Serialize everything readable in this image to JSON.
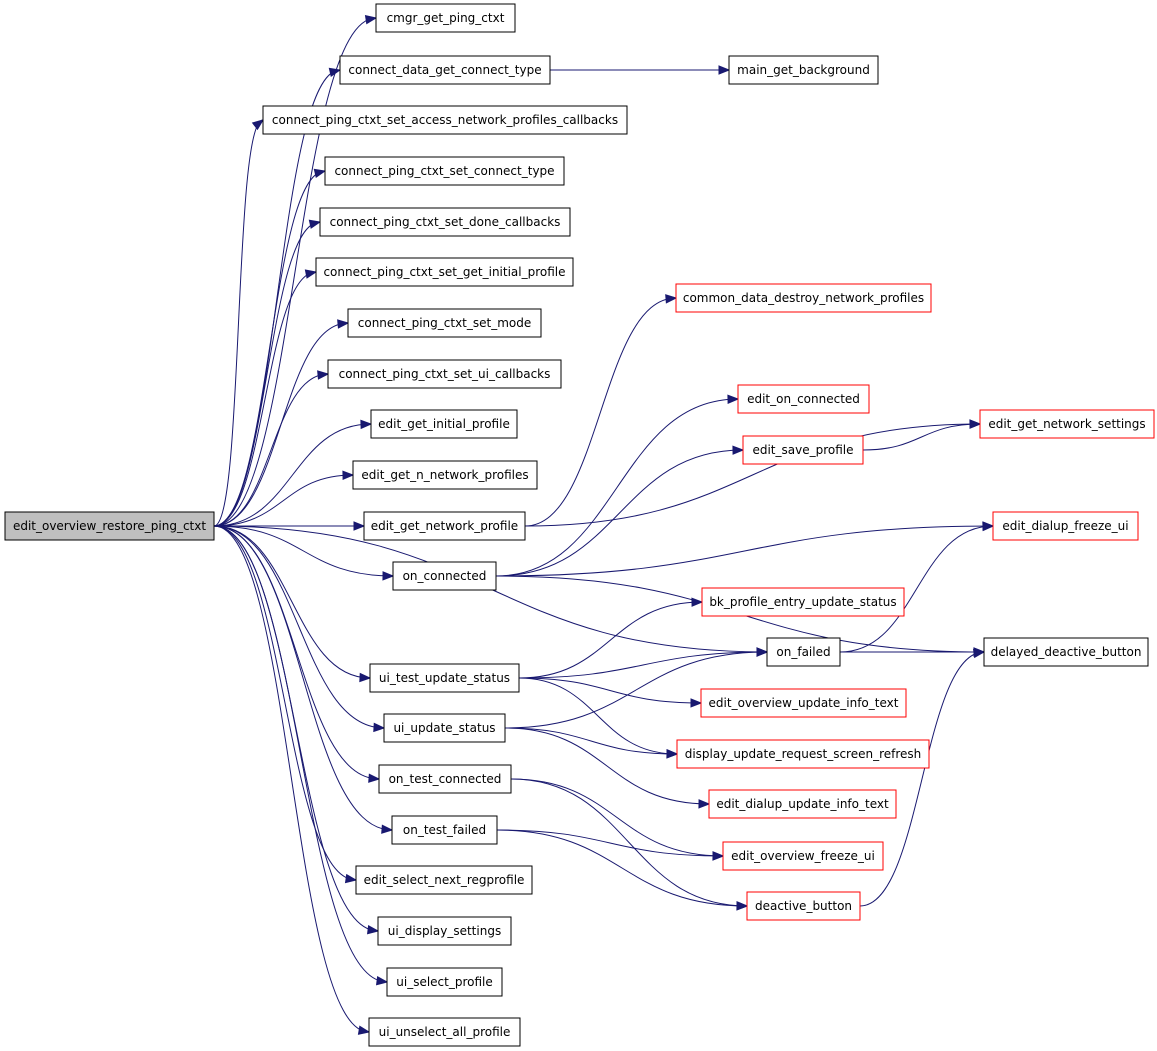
{
  "colors": {
    "edge": "#191970",
    "root_fill": "#bfbfbf",
    "node_border": "#000000",
    "truncated_border": "#ff0000"
  },
  "nodes": {
    "edit_overview_restore_ping_ctxt": {
      "label": "edit_overview_restore_ping_ctxt",
      "border": "root"
    },
    "cmgr_get_ping_ctxt": {
      "label": "cmgr_get_ping_ctxt",
      "border": "black"
    },
    "connect_data_get_connect_type": {
      "label": "connect_data_get_connect_type",
      "border": "black"
    },
    "main_get_background": {
      "label": "main_get_background",
      "border": "black"
    },
    "connect_ping_ctxt_set_access_network_profiles_callbacks": {
      "label": "connect_ping_ctxt_set_access_network_profiles_callbacks",
      "border": "black"
    },
    "connect_ping_ctxt_set_connect_type": {
      "label": "connect_ping_ctxt_set_connect_type",
      "border": "black"
    },
    "connect_ping_ctxt_set_done_callbacks": {
      "label": "connect_ping_ctxt_set_done_callbacks",
      "border": "black"
    },
    "connect_ping_ctxt_set_get_initial_profile": {
      "label": "connect_ping_ctxt_set_get_initial_profile",
      "border": "black"
    },
    "connect_ping_ctxt_set_mode": {
      "label": "connect_ping_ctxt_set_mode",
      "border": "black"
    },
    "connect_ping_ctxt_set_ui_callbacks": {
      "label": "connect_ping_ctxt_set_ui_callbacks",
      "border": "black"
    },
    "edit_get_initial_profile": {
      "label": "edit_get_initial_profile",
      "border": "black"
    },
    "edit_get_n_network_profiles": {
      "label": "edit_get_n_network_profiles",
      "border": "black"
    },
    "edit_get_network_profile": {
      "label": "edit_get_network_profile",
      "border": "black"
    },
    "on_connected": {
      "label": "on_connected",
      "border": "black"
    },
    "ui_test_update_status": {
      "label": "ui_test_update_status",
      "border": "black"
    },
    "ui_update_status": {
      "label": "ui_update_status",
      "border": "black"
    },
    "on_test_connected": {
      "label": "on_test_connected",
      "border": "black"
    },
    "on_test_failed": {
      "label": "on_test_failed",
      "border": "black"
    },
    "edit_select_next_regprofile": {
      "label": "edit_select_next_regprofile",
      "border": "black"
    },
    "ui_display_settings": {
      "label": "ui_display_settings",
      "border": "black"
    },
    "ui_select_profile": {
      "label": "ui_select_profile",
      "border": "black"
    },
    "ui_unselect_all_profile": {
      "label": "ui_unselect_all_profile",
      "border": "black"
    },
    "common_data_destroy_network_profiles": {
      "label": "common_data_destroy_network_profiles",
      "border": "red"
    },
    "edit_on_connected": {
      "label": "edit_on_connected",
      "border": "red"
    },
    "edit_save_profile": {
      "label": "edit_save_profile",
      "border": "red"
    },
    "edit_get_network_settings": {
      "label": "edit_get_network_settings",
      "border": "red"
    },
    "edit_dialup_freeze_ui": {
      "label": "edit_dialup_freeze_ui",
      "border": "red"
    },
    "bk_profile_entry_update_status": {
      "label": "bk_profile_entry_update_status",
      "border": "red"
    },
    "on_failed": {
      "label": "on_failed",
      "border": "black"
    },
    "delayed_deactive_button": {
      "label": "delayed_deactive_button",
      "border": "black"
    },
    "edit_overview_update_info_text": {
      "label": "edit_overview_update_info_text",
      "border": "red"
    },
    "display_update_request_screen_refresh": {
      "label": "display_update_request_screen_refresh",
      "border": "red"
    },
    "edit_dialup_update_info_text": {
      "label": "edit_dialup_update_info_text",
      "border": "red"
    },
    "edit_overview_freeze_ui": {
      "label": "edit_overview_freeze_ui",
      "border": "red"
    },
    "deactive_button": {
      "label": "deactive_button",
      "border": "red"
    }
  },
  "edges": [
    [
      "edit_overview_restore_ping_ctxt",
      "cmgr_get_ping_ctxt"
    ],
    [
      "edit_overview_restore_ping_ctxt",
      "connect_data_get_connect_type"
    ],
    [
      "edit_overview_restore_ping_ctxt",
      "connect_ping_ctxt_set_access_network_profiles_callbacks"
    ],
    [
      "edit_overview_restore_ping_ctxt",
      "connect_ping_ctxt_set_connect_type"
    ],
    [
      "edit_overview_restore_ping_ctxt",
      "connect_ping_ctxt_set_done_callbacks"
    ],
    [
      "edit_overview_restore_ping_ctxt",
      "connect_ping_ctxt_set_get_initial_profile"
    ],
    [
      "edit_overview_restore_ping_ctxt",
      "connect_ping_ctxt_set_mode"
    ],
    [
      "edit_overview_restore_ping_ctxt",
      "connect_ping_ctxt_set_ui_callbacks"
    ],
    [
      "edit_overview_restore_ping_ctxt",
      "edit_get_initial_profile"
    ],
    [
      "edit_overview_restore_ping_ctxt",
      "edit_get_n_network_profiles"
    ],
    [
      "edit_overview_restore_ping_ctxt",
      "edit_get_network_profile"
    ],
    [
      "edit_overview_restore_ping_ctxt",
      "on_connected"
    ],
    [
      "edit_overview_restore_ping_ctxt",
      "on_failed"
    ],
    [
      "edit_overview_restore_ping_ctxt",
      "ui_test_update_status"
    ],
    [
      "edit_overview_restore_ping_ctxt",
      "ui_update_status"
    ],
    [
      "edit_overview_restore_ping_ctxt",
      "on_test_connected"
    ],
    [
      "edit_overview_restore_ping_ctxt",
      "on_test_failed"
    ],
    [
      "edit_overview_restore_ping_ctxt",
      "edit_select_next_regprofile"
    ],
    [
      "edit_overview_restore_ping_ctxt",
      "ui_display_settings"
    ],
    [
      "edit_overview_restore_ping_ctxt",
      "ui_select_profile"
    ],
    [
      "edit_overview_restore_ping_ctxt",
      "ui_unselect_all_profile"
    ],
    [
      "connect_data_get_connect_type",
      "main_get_background"
    ],
    [
      "edit_get_network_profile",
      "common_data_destroy_network_profiles"
    ],
    [
      "edit_get_network_profile",
      "edit_get_network_settings"
    ],
    [
      "on_connected",
      "edit_on_connected"
    ],
    [
      "on_connected",
      "edit_save_profile"
    ],
    [
      "on_connected",
      "edit_dialup_freeze_ui"
    ],
    [
      "on_connected",
      "delayed_deactive_button"
    ],
    [
      "edit_save_profile",
      "edit_get_network_settings"
    ],
    [
      "on_failed",
      "edit_dialup_freeze_ui"
    ],
    [
      "on_failed",
      "delayed_deactive_button"
    ],
    [
      "ui_test_update_status",
      "bk_profile_entry_update_status"
    ],
    [
      "ui_test_update_status",
      "on_failed"
    ],
    [
      "ui_test_update_status",
      "edit_overview_update_info_text"
    ],
    [
      "ui_test_update_status",
      "display_update_request_screen_refresh"
    ],
    [
      "ui_update_status",
      "on_failed"
    ],
    [
      "ui_update_status",
      "display_update_request_screen_refresh"
    ],
    [
      "ui_update_status",
      "edit_dialup_update_info_text"
    ],
    [
      "on_test_connected",
      "edit_overview_freeze_ui"
    ],
    [
      "on_test_connected",
      "deactive_button"
    ],
    [
      "on_test_failed",
      "edit_overview_freeze_ui"
    ],
    [
      "on_test_failed",
      "deactive_button"
    ],
    [
      "deactive_button",
      "delayed_deactive_button"
    ]
  ]
}
